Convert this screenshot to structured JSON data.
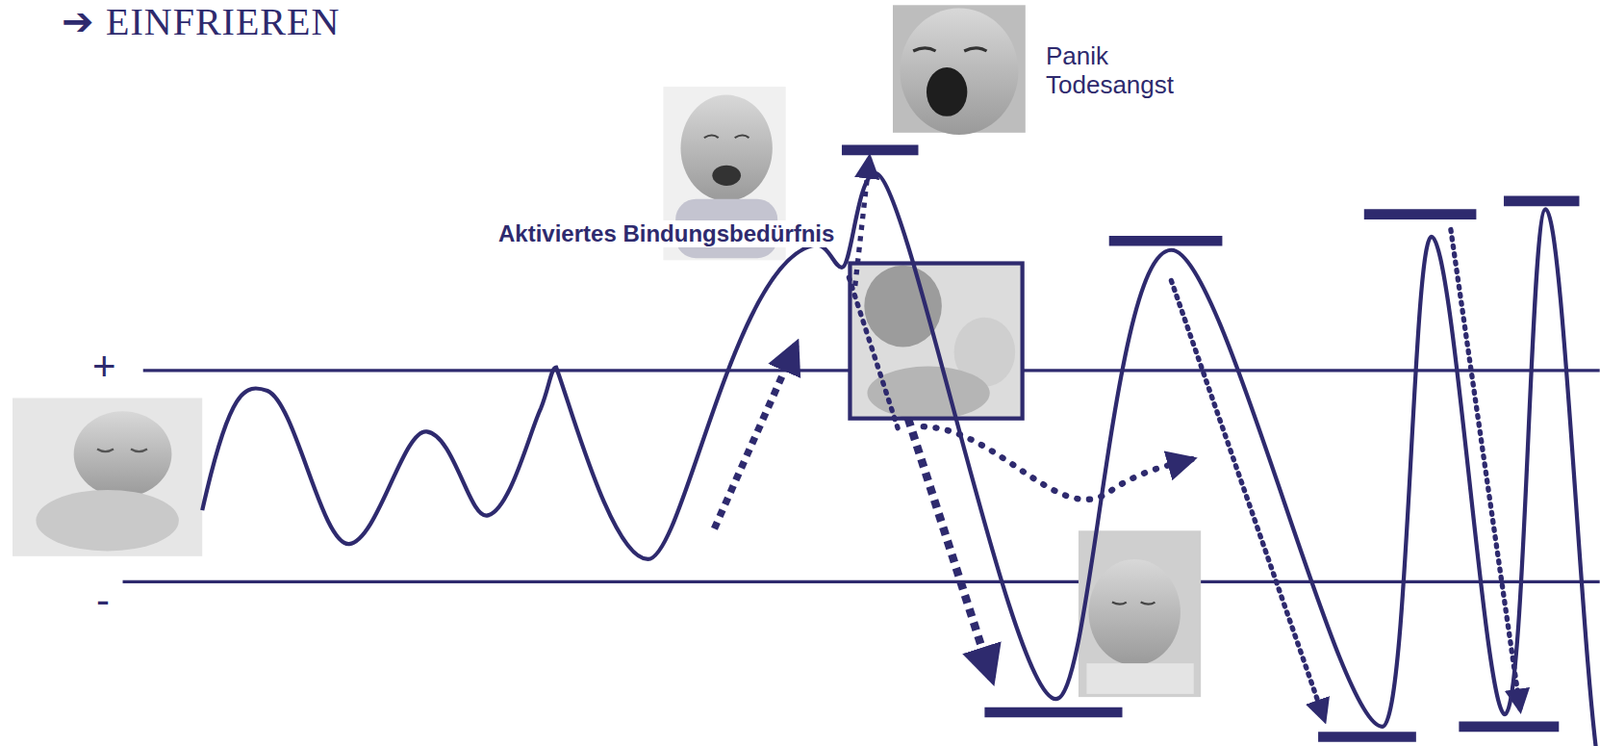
{
  "diagram": {
    "title": "➔ EINFRIEREN",
    "labels": [
      "Panik Todesangst",
      "Aktiviertes Bindungsbedürfnis",
      "+",
      "-"
    ]
  }
}
